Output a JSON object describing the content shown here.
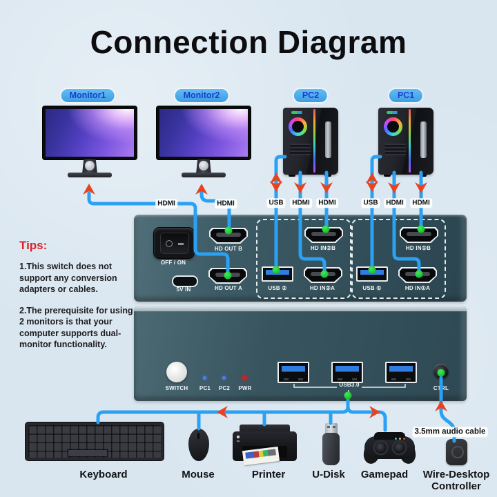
{
  "title": "Connection Diagram",
  "colors": {
    "background": "#d9e6f0",
    "cable": "#2aa1f3",
    "arrow": "#e8421e",
    "connector_dot": "#1ec832",
    "panel": "#35525d",
    "badge_bg": "#4aa9e8",
    "badge_text": "#1a3ed0",
    "tips_heading": "#dd2128"
  },
  "devices": {
    "monitor1": {
      "label": "Monitor1"
    },
    "monitor2": {
      "label": "Monitor2"
    },
    "pc2": {
      "label": "PC2"
    },
    "pc1": {
      "label": "PC1"
    }
  },
  "cables": {
    "monitor1_hdmi": "HDMI",
    "monitor2_hdmi": "HDMI",
    "pc2_usb": "USB",
    "pc2_hdmi_a": "HDMI",
    "pc2_hdmi_b": "HDMI",
    "pc1_usb": "USB",
    "pc1_hdmi_a": "HDMI",
    "pc1_hdmi_b": "HDMI",
    "audio": "3.5mm audio cable"
  },
  "tips": {
    "heading": "Tips:",
    "item1": "1.This switch does not support any conversion adapters or cables.",
    "item2": "2.The prerequisite for using 2 monitors is that your computer supports dual-monitor functionality."
  },
  "back_panel": {
    "off_on": "OFF / ON",
    "power_in": "5V IN",
    "hd_out_b": "HD OUT B",
    "hd_out_a": "HD OUT A",
    "usb2": "USB ②",
    "hd_in_2b": "HD IN②B",
    "hd_in_2a": "HD IN②A",
    "usb1": "USB ①",
    "hd_in_1b": "HD IN①B",
    "hd_in_1a": "HD IN①A"
  },
  "front_panel": {
    "switch": "SWITCH",
    "pc1": "PC1",
    "pc2": "PC2",
    "pwr": "PWR",
    "usb3": "USB3.0",
    "ctrl": "CTRL"
  },
  "peripherals": [
    {
      "label": "Keyboard"
    },
    {
      "label": "Mouse"
    },
    {
      "label": "Printer"
    },
    {
      "label": "U-Disk"
    },
    {
      "label": "Gamepad"
    },
    {
      "label": "Wire-Desktop Controller"
    }
  ]
}
